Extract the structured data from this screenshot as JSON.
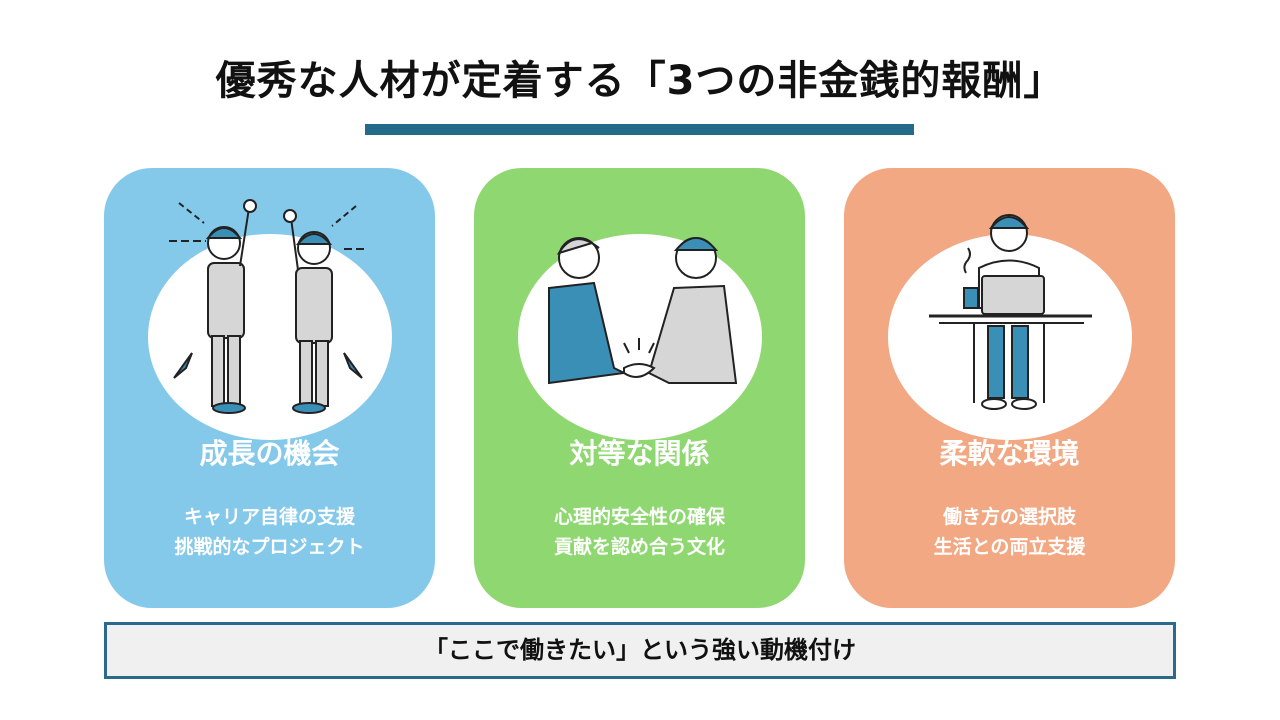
{
  "title": "優秀な人材が定着する「3つの非金銭的報酬」",
  "cards": [
    {
      "heading": "成長の機会",
      "lines": [
        "キャリア自律の支援",
        "挑戦的なプロジェクト"
      ],
      "color": "#85c9ea",
      "illustration": "cheering-people-icon"
    },
    {
      "heading": "対等な関係",
      "lines": [
        "心理的安全性の確保",
        "貢献を認め合う文化"
      ],
      "color": "#8fd771",
      "illustration": "handshake-icon"
    },
    {
      "heading": "柔軟な環境",
      "lines": [
        "働き方の選択肢",
        "生活との両立支援"
      ],
      "color": "#f1a883",
      "illustration": "remote-work-icon"
    }
  ],
  "footer": "「ここで働きたい」という強い動機付け"
}
